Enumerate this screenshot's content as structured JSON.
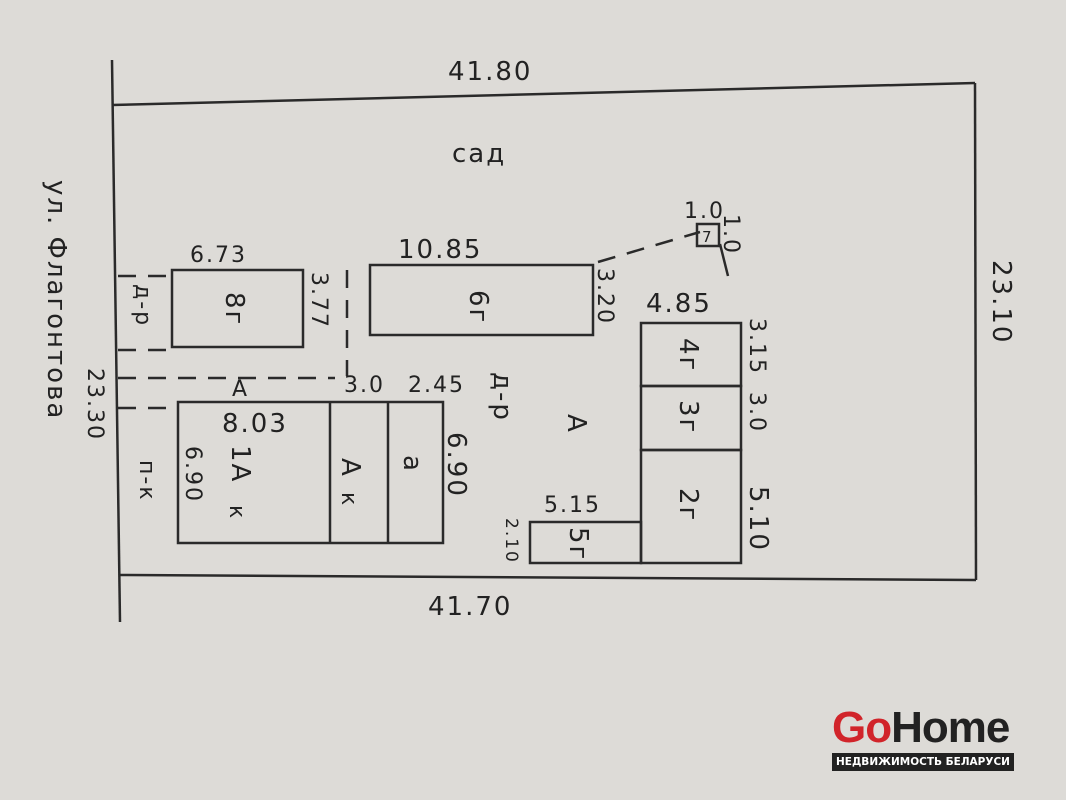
{
  "plan": {
    "top_length": "41.80",
    "bottom_length": "41.70",
    "right_length": "23.10",
    "left_length": "23.30",
    "street": "ул. Флагонтова",
    "garden": "сад",
    "buildings": {
      "b8": {
        "label": "8г",
        "width": "6.73",
        "depth": "3.77",
        "color": "#c9c6c0"
      },
      "b6": {
        "label": "6г",
        "width": "10.85",
        "depth": "3.20",
        "color": "#e0dbc8"
      },
      "b4": {
        "label": "4г",
        "width": "4.85",
        "depth": "3.15",
        "color": "#ddd1d0"
      },
      "b3": {
        "label": "3г",
        "depth": "3.0",
        "color": "#ddd1d0"
      },
      "b2": {
        "label": "2г",
        "depth": "5.10",
        "color": "#e0dbc8"
      },
      "b5": {
        "label": "5г",
        "width": "5.15",
        "depth": "2.10",
        "color": "#e0dbc8"
      },
      "b7": {
        "label": "7",
        "width": "1.0",
        "depth": "1.0"
      },
      "house": {
        "label": "1А",
        "sub": "к",
        "width": "8.03",
        "depth_left": "6.90",
        "depth_right": "6.90",
        "color": "#cbc8c2"
      },
      "annex": {
        "label": "А",
        "sub": "к"
      },
      "veranda": {
        "label": "а"
      }
    },
    "annotations": {
      "dr_left": "д-р",
      "a_drive": "А",
      "gap1": "3.0",
      "gap2": "2.45",
      "dr_center": "д-р",
      "a_center": "А",
      "pk": "п-к"
    }
  },
  "logo": {
    "brand_a": "Go",
    "brand_b": "Home",
    "tagline": "НЕДВИЖИМОСТЬ БЕЛАРУСИ"
  }
}
